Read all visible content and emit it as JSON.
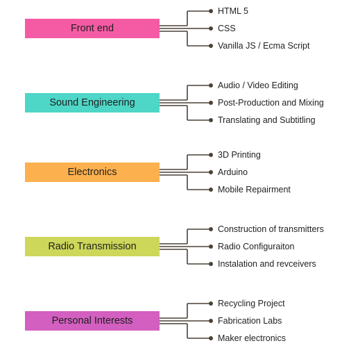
{
  "diagram": {
    "line_color": "#4a4137",
    "categories": [
      {
        "label": "Front end",
        "color": "#f55ba4",
        "items": [
          "HTML 5",
          "CSS",
          "Vanilla JS / Ecma Script"
        ]
      },
      {
        "label": "Sound Engineering",
        "color": "#4ed6c7",
        "items": [
          "Audio / Video Editing",
          "Post-Production and Mixing",
          "Translating and Subtitling"
        ]
      },
      {
        "label": "Electronics",
        "color": "#fcb04e",
        "items": [
          "3D Printing",
          "Arduino",
          "Mobile Repairment"
        ]
      },
      {
        "label": "Radio Transmission",
        "color": "#cdd75a",
        "items": [
          "Construction of transmitters",
          "Radio Configuraiton",
          "Instalation and revceivers"
        ]
      },
      {
        "label": "Personal Interests",
        "color": "#d35fc0",
        "items": [
          "Recycling Project",
          "Fabrication Labs",
          "Maker electronics"
        ]
      }
    ]
  }
}
